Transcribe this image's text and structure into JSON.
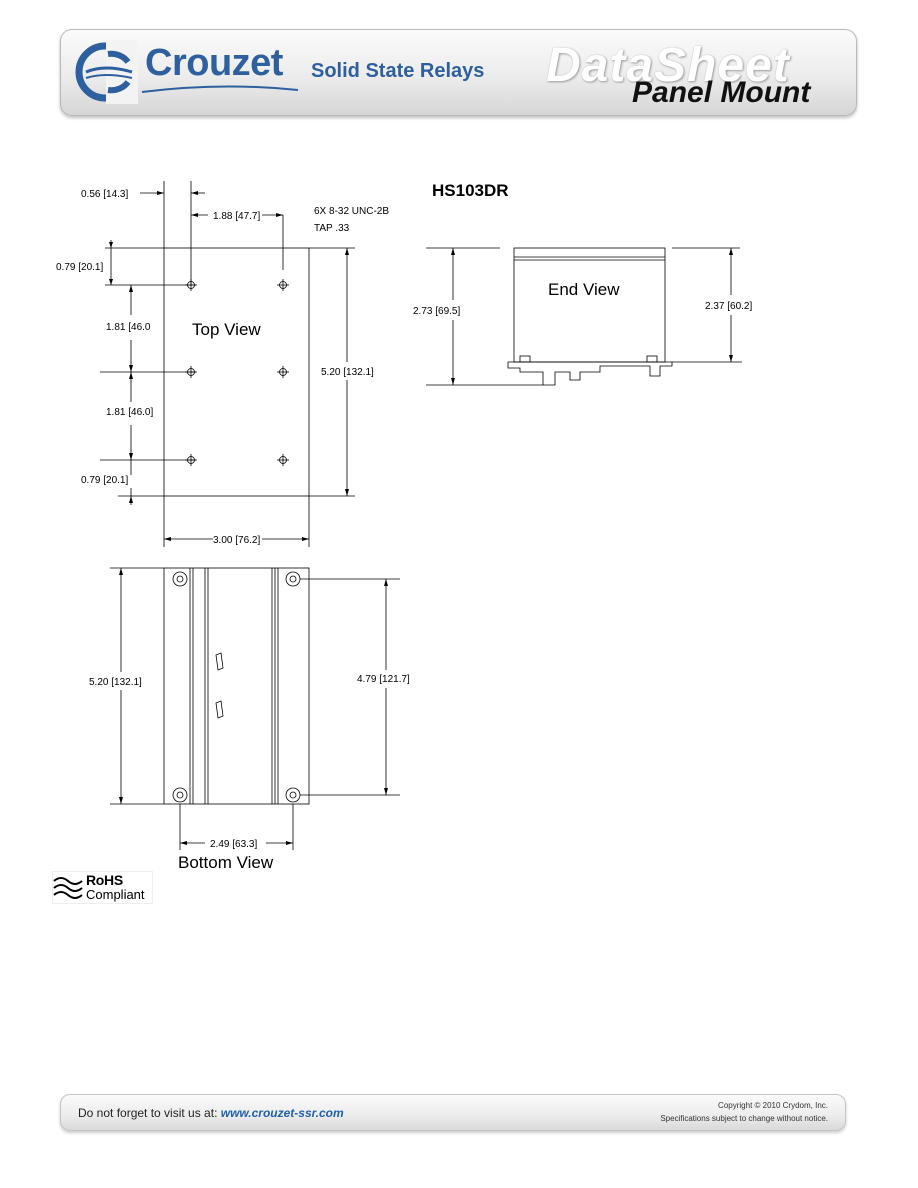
{
  "header": {
    "brand": "Crouzet",
    "subtitle": "Solid State Relays",
    "datasheet_word": "DataSheet",
    "section": "Panel Mount"
  },
  "model": "HS103DR",
  "top_view": {
    "title": "Top View",
    "dims": {
      "offset_left": "0.56 [14.3]",
      "hole_spacing_x": "1.88 [47.7]",
      "thread_1": "6X 8-32 UNC-2B",
      "thread_2": "TAP .33",
      "top_margin": "0.79 [20.1]",
      "spacing_1": "1.81 [46.0",
      "spacing_2": "1.81 [46.0]",
      "bottom_margin": "0.79 [20.1]",
      "height": "5.20 [132.1]",
      "width": "3.00 [76.2]"
    }
  },
  "end_view": {
    "title": "End View",
    "dims": {
      "total_height": "2.73 [69.5]",
      "body_height": "2.37 [60.2]"
    }
  },
  "bottom_view": {
    "title": "Bottom View",
    "dims": {
      "height": "5.20 [132.1]",
      "hole_spacing_y": "4.79 [121.7]",
      "hole_spacing_x": "2.49 [63.3]"
    }
  },
  "rohs": {
    "line1": "RoHS",
    "line2": "Compliant"
  },
  "footer": {
    "visit_text": "Do not forget to visit us at: ",
    "url": "www.crouzet-ssr.com",
    "copyright": "Copyright © 2010 Crydom, Inc.",
    "notice": "Specifications subject to change without notice."
  }
}
